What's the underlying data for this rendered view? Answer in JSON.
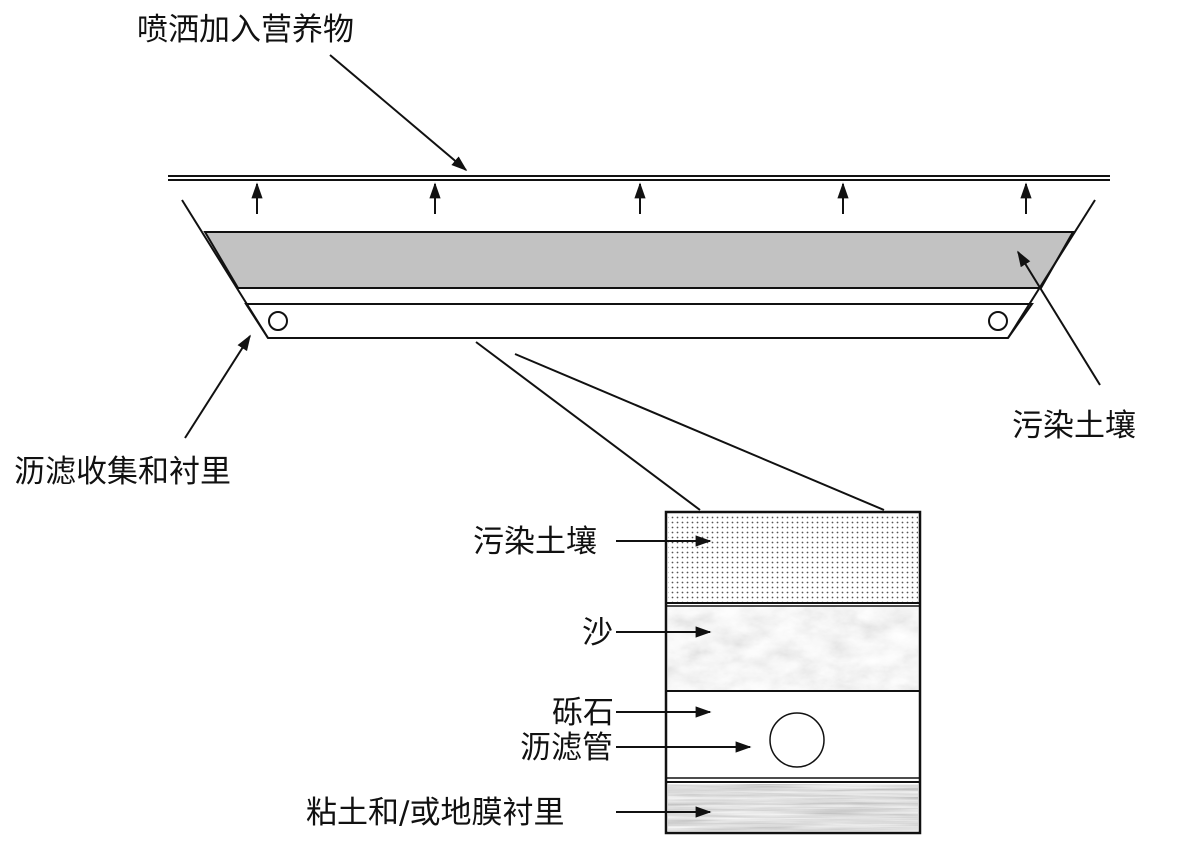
{
  "labels": {
    "spray": "喷洒加入营养物",
    "contaminated_soil_top": "污染土壤",
    "leachate_liner": "沥滤收集和衬里",
    "contaminated_soil_detail": "污染土壤",
    "sand": "沙",
    "gravel": "砾石",
    "leachate_pipe": "沥滤管",
    "clay_liner": "粘土和/或地膜衬里"
  },
  "colors": {
    "line": "#111111",
    "soil_band": "#c2c2c2",
    "sand_fill": "#dcdcdc",
    "clay_fill": "#7a7a7a",
    "background": "#ffffff"
  }
}
